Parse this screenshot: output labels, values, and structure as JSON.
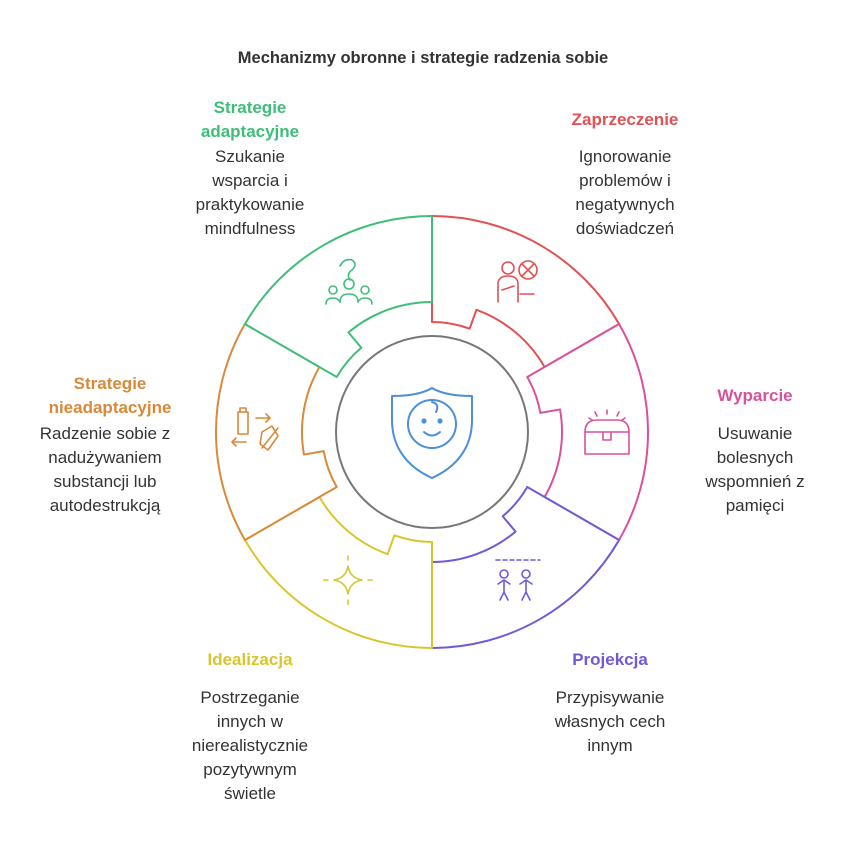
{
  "title": "Mechanizmy obronne i strategie radzenia sobie",
  "colors": {
    "zaprzeczenie": "#E05254",
    "wyparcie": "#D9519B",
    "projekcja": "#7159D8",
    "idealizacja": "#D8C62C",
    "nieadaptacyjne": "#D9893A",
    "adaptacyjne": "#3FBE7A",
    "center": "#777777",
    "shield": "#4A8FD9"
  },
  "segments": {
    "zaprzeczenie": {
      "title": "Zaprzeczenie",
      "desc": [
        "Ignorowanie",
        "problemów i",
        "negatywnych",
        "doświadczeń"
      ],
      "icon": "person-rejecting-icon"
    },
    "wyparcie": {
      "title": "Wyparcie",
      "desc": [
        "Usuwanie",
        "bolesnych",
        "wspomnień z",
        "pamięci"
      ],
      "icon": "treasure-chest-icon"
    },
    "projekcja": {
      "title": "Projekcja",
      "desc": [
        "Przypisywanie",
        "własnych cech",
        "innym"
      ],
      "icon": "two-people-icon"
    },
    "idealizacja": {
      "title": "Idealizacja",
      "desc": [
        "Postrzeganie",
        "innych w",
        "nierealistycznie",
        "pozytywnym",
        "świetle"
      ],
      "icon": "sparkle-icon"
    },
    "nieadaptacyjne": {
      "title": [
        "Strategie",
        "nieadaptacyjne"
      ],
      "desc": [
        "Radzenie sobie z",
        "nadużywaniem",
        "substancji lub",
        "autodestrukcją"
      ],
      "icon": "bottle-exchange-icon"
    },
    "adaptacyjne": {
      "title": [
        "Strategie",
        "adaptacyjne"
      ],
      "desc": [
        "Szukanie",
        "wsparcia i",
        "praktykowanie",
        "mindfulness"
      ],
      "icon": "support-group-icon"
    }
  },
  "center_icon": "shield-face-icon"
}
